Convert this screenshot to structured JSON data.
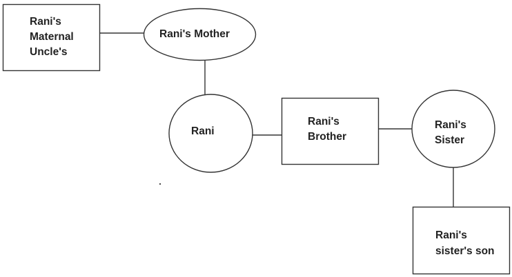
{
  "diagram": {
    "type": "family-relationship-diagram",
    "nodes": [
      {
        "id": "uncle",
        "shape": "rectangle",
        "lines": [
          "Rani's",
          "Maternal",
          "Uncle's"
        ]
      },
      {
        "id": "mother",
        "shape": "ellipse",
        "lines": [
          "Rani's Mother"
        ]
      },
      {
        "id": "rani",
        "shape": "circle",
        "lines": [
          "Rani"
        ]
      },
      {
        "id": "brother",
        "shape": "rectangle",
        "lines": [
          "Rani's",
          "Brother"
        ]
      },
      {
        "id": "sister",
        "shape": "circle",
        "lines": [
          "Rani's",
          "Sister"
        ]
      },
      {
        "id": "son",
        "shape": "rectangle",
        "lines": [
          "Rani's",
          "sister's son"
        ]
      }
    ],
    "edges": [
      {
        "from": "uncle",
        "to": "mother"
      },
      {
        "from": "mother",
        "to": "rani"
      },
      {
        "from": "rani",
        "to": "brother"
      },
      {
        "from": "brother",
        "to": "sister"
      },
      {
        "from": "sister",
        "to": "son"
      }
    ]
  }
}
